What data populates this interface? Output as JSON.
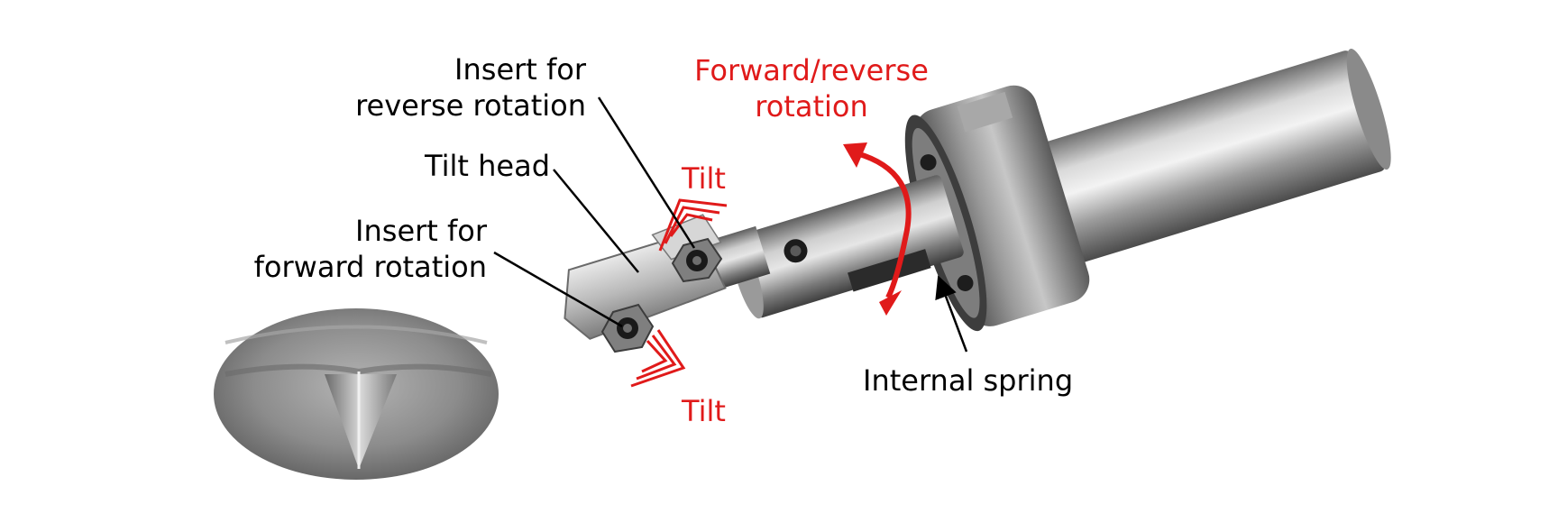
{
  "labels": {
    "insert_reverse": [
      "Insert for",
      "reverse rotation"
    ],
    "tilt_head": "Tilt head",
    "insert_forward": [
      "Insert for",
      "forward rotation"
    ],
    "rotation": [
      "Forward/reverse",
      "rotation"
    ],
    "tilt_top": "Tilt",
    "tilt_bottom": "Tilt",
    "internal_spring": "Internal spring"
  },
  "colors": {
    "text": "#000000",
    "accent": "#e01a1a"
  }
}
